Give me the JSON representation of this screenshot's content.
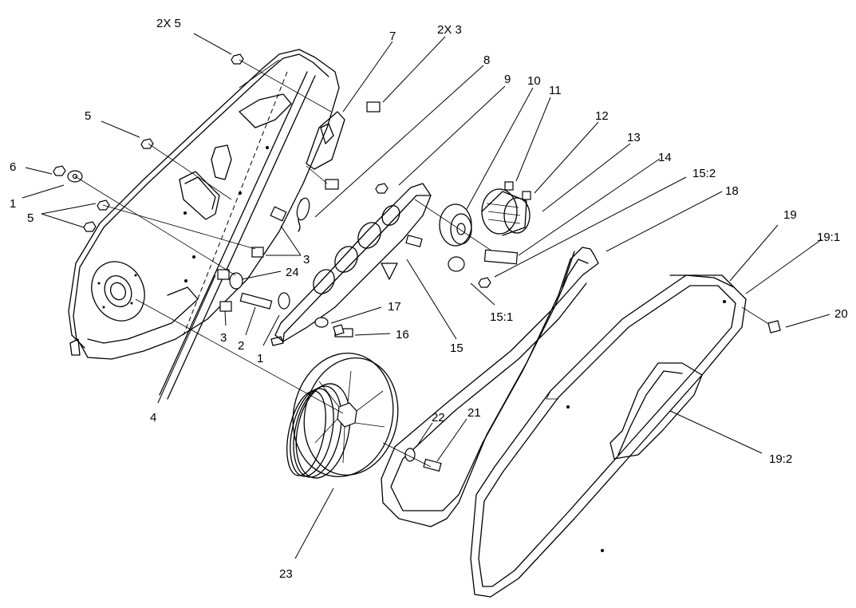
{
  "callouts": {
    "c_2x5": "2X 5",
    "c_7": "7",
    "c_2x3": "2X 3",
    "c_8": "8",
    "c_9": "9",
    "c_10": "10",
    "c_11": "11",
    "c_12": "12",
    "c_13": "13",
    "c_14": "14",
    "c_15_2": "15:2",
    "c_18": "18",
    "c_19": "19",
    "c_19_1": "19:1",
    "c_20": "20",
    "c_5a": "5",
    "c_6": "6",
    "c_1a": "1",
    "c_5b": "5",
    "c_3a": "3",
    "c_24": "24",
    "c_17": "17",
    "c_16": "16",
    "c_15": "15",
    "c_15_1": "15:1",
    "c_3b": "3",
    "c_2": "2",
    "c_1b": "1",
    "c_4": "4",
    "c_22": "22",
    "c_21": "21",
    "c_19_2": "19:2",
    "c_23": "23"
  }
}
